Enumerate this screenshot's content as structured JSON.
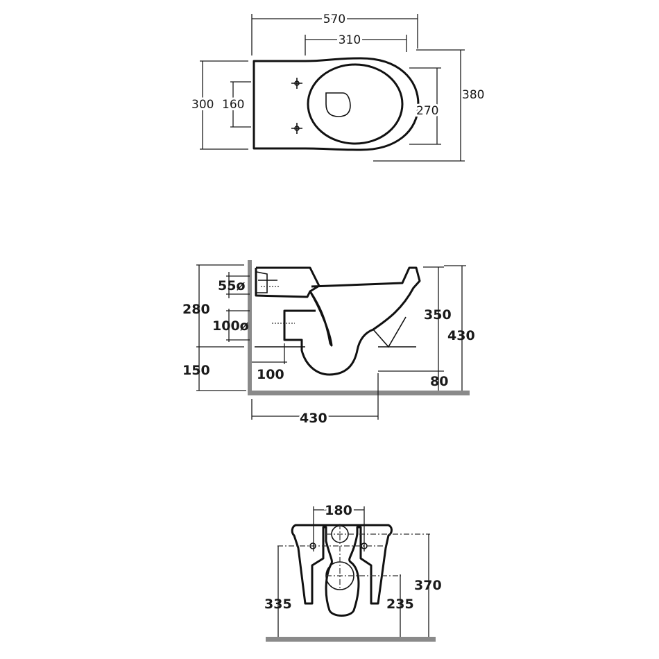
{
  "top_view": {
    "overall_length": "570",
    "bowl_opening": "310",
    "overall_width": "380",
    "bowl_width": "270",
    "rear_width": "300",
    "fixing_spacing": "160"
  },
  "side_view": {
    "inlet_height": "280",
    "inlet_diameter": "55ø",
    "outlet_diameter": "100ø",
    "outlet_height": "150",
    "outlet_projection": "100",
    "bowl_height": "350",
    "rim_height": "430",
    "clearance": "80",
    "projection": "430"
  },
  "front_view": {
    "fixing_spacing": "180",
    "height_total": "370",
    "fixing_height": "335",
    "outlet_height": "235"
  },
  "colors": {
    "line": "#111111",
    "ground": "#8a8a8a"
  }
}
